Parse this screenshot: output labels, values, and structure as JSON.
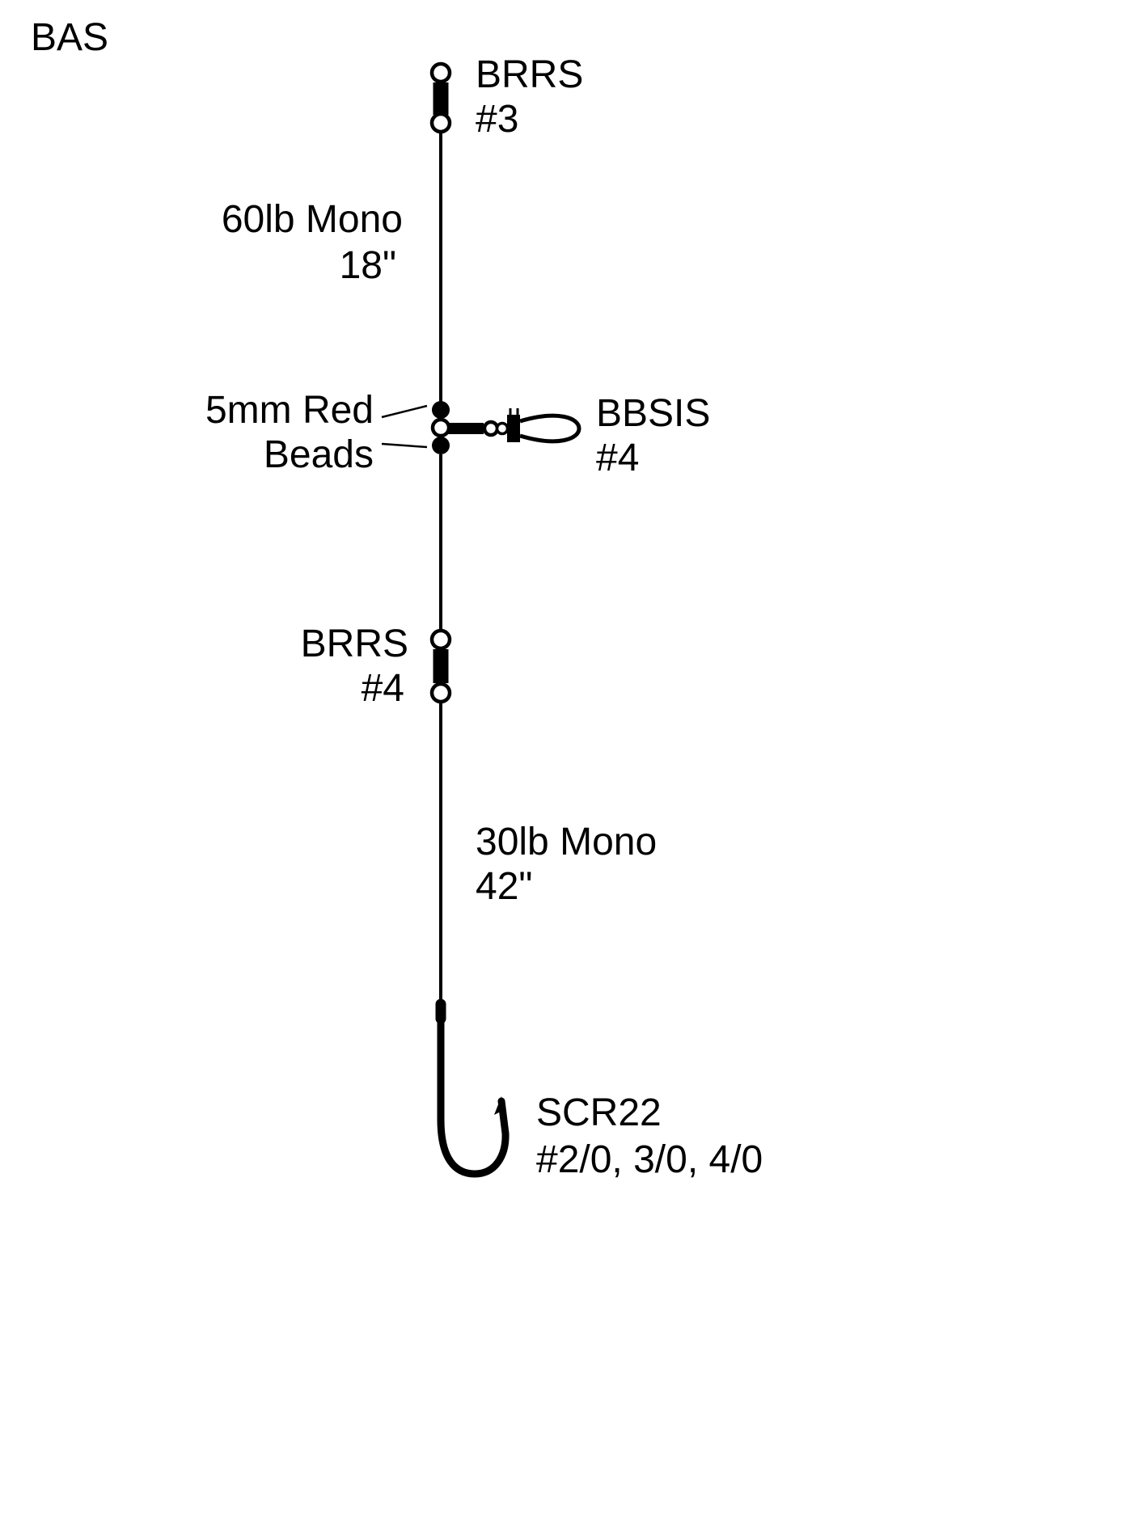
{
  "title": "BAS",
  "colors": {
    "ink": "#000000",
    "background": "#ffffff"
  },
  "top_swivel": {
    "name": "BRRS",
    "size": "#3"
  },
  "upper_line": {
    "material": "60lb Mono",
    "length": "18\""
  },
  "beads": {
    "line1": "5mm Red",
    "line2": "Beads"
  },
  "snap_swivel": {
    "name": "BBSIS",
    "size": "#4"
  },
  "mid_swivel": {
    "name": "BRRS",
    "size": "#4"
  },
  "lower_line": {
    "material": "30lb Mono",
    "length": "42\""
  },
  "hook": {
    "name": "SCR22",
    "sizes": "#2/0, 3/0, 4/0"
  }
}
